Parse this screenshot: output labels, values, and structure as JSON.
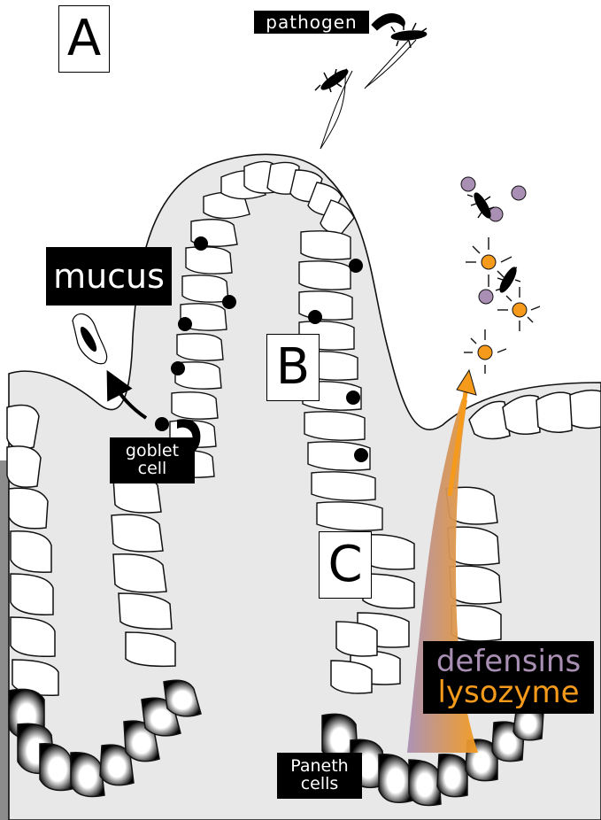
{
  "panels": {
    "a": "A",
    "b": "B",
    "c": "C"
  },
  "labels": {
    "pathogen": "pathogen",
    "mucus": "mucus",
    "goblet_line1": "goblet",
    "goblet_line2": "cell",
    "paneth_line1": "Paneth",
    "paneth_line2": "cells",
    "defensins": "defensins",
    "lysozyme": "lysozyme"
  },
  "colors": {
    "tissue": "#8c8c8c",
    "mucus_layer": "#e8e8e8",
    "defensin": "#a98fb3",
    "lysozyme": "#f59a1b",
    "label_bg": "#000000",
    "label_text": "#ffffff"
  },
  "icons": [
    "pathogen-bacterium-icon",
    "defensin-molecule-icon",
    "lysozyme-molecule-icon",
    "secretion-arrow-icon"
  ]
}
